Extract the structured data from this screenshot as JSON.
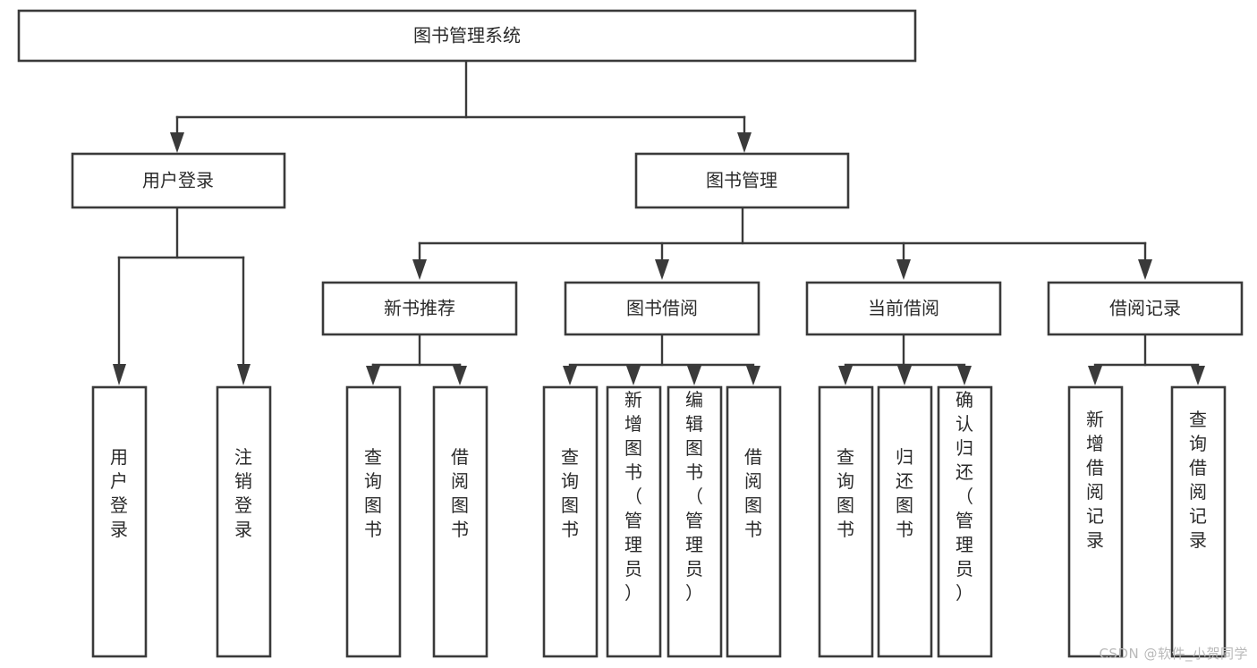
{
  "diagram": {
    "type": "tree",
    "title": "图书管理系统",
    "watermark": "CSDN @软件_小贺同学",
    "colors": {
      "box_stroke": "#3a3a3a",
      "box_fill": "#ffffff",
      "connector": "#3a3a3a",
      "text": "#2b2b2b",
      "background": "#ffffff",
      "watermark": "#b9b9b9"
    },
    "nodes": {
      "root": {
        "label": "图书管理系统"
      },
      "level2": [
        {
          "label": "用户登录"
        },
        {
          "label": "图书管理"
        }
      ],
      "level3": [
        {
          "label": "新书推荐"
        },
        {
          "label": "图书借阅"
        },
        {
          "label": "当前借阅"
        },
        {
          "label": "借阅记录"
        }
      ],
      "leaves_user_login": [
        {
          "label": "用户登录"
        },
        {
          "label": "注销登录"
        }
      ],
      "leaves_new_book": [
        {
          "label": "查询图书"
        },
        {
          "label": "借阅图书"
        }
      ],
      "leaves_borrow": [
        {
          "label": "查询图书"
        },
        {
          "label": "新增图书（管理员）"
        },
        {
          "label": "编辑图书（管理员）"
        },
        {
          "label": "借阅图书"
        }
      ],
      "leaves_current": [
        {
          "label": "查询图书"
        },
        {
          "label": "归还图书"
        },
        {
          "label": "确认归还（管理员）"
        }
      ],
      "leaves_record": [
        {
          "label": "新增借阅记录"
        },
        {
          "label": "查询借阅记录"
        }
      ]
    }
  }
}
